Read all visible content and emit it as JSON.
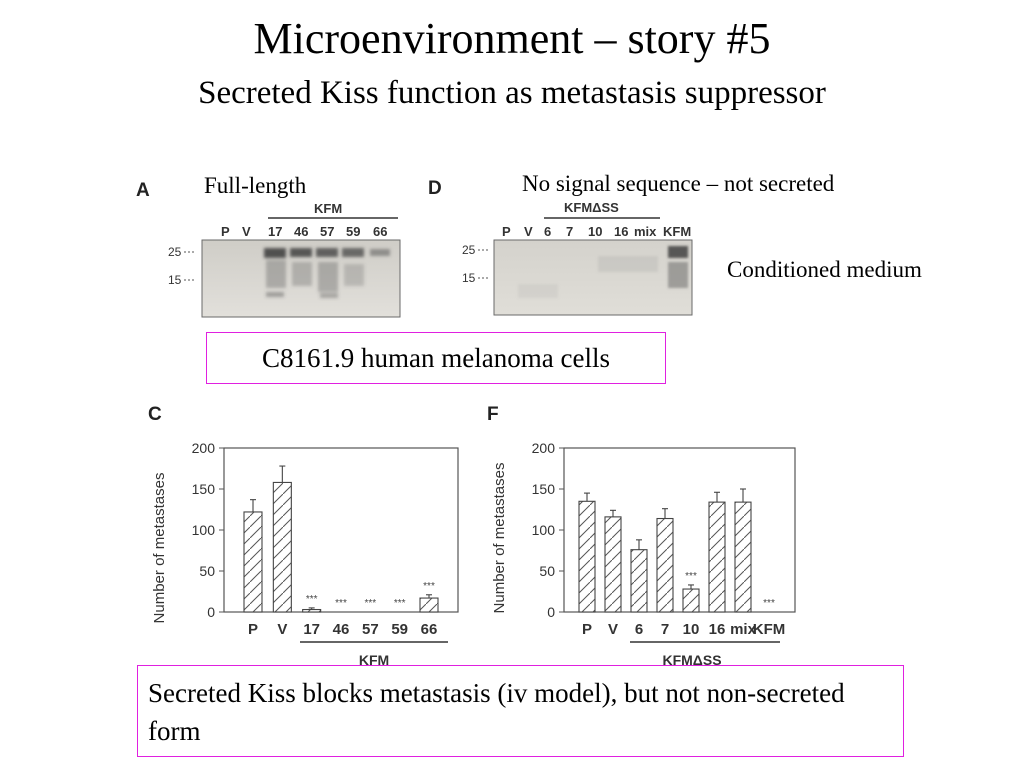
{
  "slide": {
    "title": "Microenvironment – story #5",
    "subtitle": "Secreted Kiss function as metastasis suppressor"
  },
  "panels": {
    "a": {
      "letter": "A",
      "caption": "Full-length",
      "group_label": "KFM",
      "lanes": [
        "P",
        "V",
        "17",
        "46",
        "57",
        "59",
        "66"
      ],
      "markers": [
        "25",
        "15"
      ]
    },
    "d": {
      "letter": "D",
      "caption": "No signal sequence – not secreted",
      "group_label": "KFMΔSS",
      "lanes": [
        "P",
        "V",
        "6",
        "7",
        "10",
        "16",
        "mix",
        "KFM"
      ],
      "markers": [
        "25",
        "15"
      ],
      "side_label": "Conditioned medium"
    }
  },
  "callouts": {
    "cells": "C8161.9 human melanoma cells",
    "conclusion": "Secreted Kiss blocks metastasis (iv model), but not non-secreted form"
  },
  "chart_data": [
    {
      "type": "bar",
      "panel": "C",
      "categories": [
        "P",
        "V",
        "17",
        "46",
        "57",
        "59",
        "66"
      ],
      "values": [
        122,
        158,
        3,
        0,
        0,
        0,
        17
      ],
      "errors": [
        15,
        20,
        2,
        0,
        0,
        0,
        4
      ],
      "significance": [
        "",
        "",
        "***",
        "***",
        "***",
        "***",
        "***"
      ],
      "group_label": "KFM",
      "ylabel": "Number of metastases",
      "ylim": [
        0,
        200
      ],
      "yticks": [
        0,
        50,
        100,
        150,
        200
      ],
      "fill": "hatched"
    },
    {
      "type": "bar",
      "panel": "F",
      "categories": [
        "P",
        "V",
        "6",
        "7",
        "10",
        "16",
        "mix",
        "KFM"
      ],
      "values": [
        135,
        116,
        76,
        114,
        28,
        134,
        134,
        0
      ],
      "errors": [
        10,
        8,
        12,
        12,
        5,
        12,
        16,
        0
      ],
      "significance": [
        "",
        "",
        "",
        "",
        "***",
        "",
        "",
        "***"
      ],
      "group_label": "KFMΔSS",
      "ylabel": "Number of metastases",
      "ylim": [
        0,
        200
      ],
      "yticks": [
        0,
        50,
        100,
        150,
        200
      ],
      "fill": "hatched"
    }
  ],
  "colors": {
    "callout_border": "#e020e0",
    "blot_background": "#d4d2cc"
  }
}
